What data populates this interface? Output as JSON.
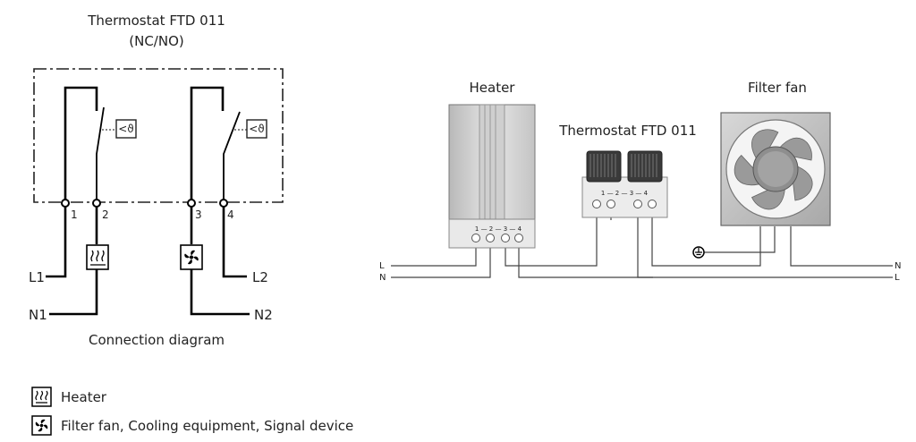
{
  "left_diagram": {
    "title_line1": "Thermostat FTD 011",
    "title_line2": "(NC/NO)",
    "caption": "Connection diagram",
    "terminals": [
      "1",
      "2",
      "3",
      "4"
    ],
    "lines": {
      "l1": "L1",
      "l2": "L2",
      "n1": "N1",
      "n2": "N2"
    },
    "sensor_symbol": "<ϑ"
  },
  "legend": [
    {
      "icon": "heater-icon",
      "text": "Heater"
    },
    {
      "icon": "fan-icon",
      "text": "Filter fan, Cooling equipment, Signal device"
    }
  ],
  "right_diagram": {
    "heater_label": "Heater",
    "thermostat_label": "Thermostat FTD 011",
    "fan_label": "Filter fan",
    "left_wires": {
      "top": "L",
      "bottom": "N"
    },
    "right_wires": {
      "top": "N",
      "bottom": "L"
    },
    "terminal_marks": "1 — 2 — 3 — 4"
  }
}
